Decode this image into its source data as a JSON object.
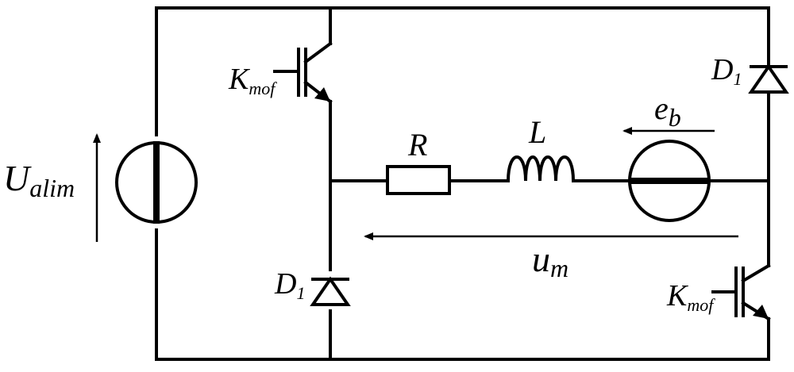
{
  "labels": {
    "supply_voltage": {
      "main": "U",
      "sub": "alim"
    },
    "resistor": "R",
    "inductor": "L",
    "back_emf": {
      "main": "e",
      "sub": "b"
    },
    "motor_voltage": {
      "main": "u",
      "sub": "m"
    },
    "switch_top": {
      "main": "K",
      "sub": "mof"
    },
    "switch_bottom": {
      "main": "K",
      "sub": "mof"
    },
    "diode_right": {
      "main": "D",
      "sub": "1"
    },
    "diode_left": {
      "main": "D",
      "sub": "1"
    }
  }
}
